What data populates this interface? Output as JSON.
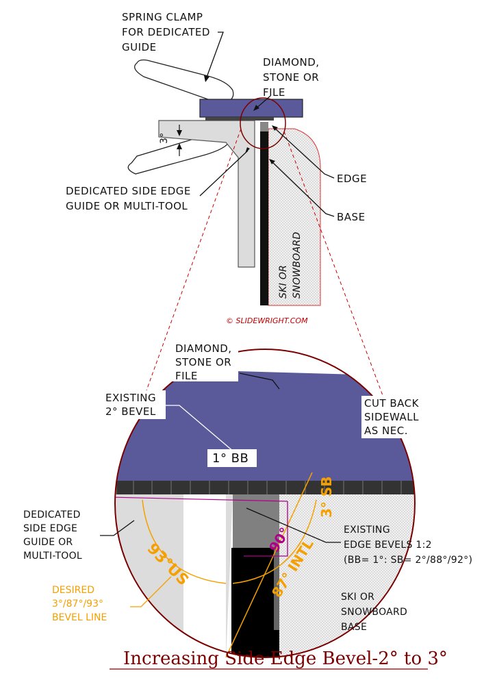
{
  "top": {
    "spring_clamp": [
      "SPRING CLAMP",
      "FOR DEDICATED",
      "GUIDE"
    ],
    "tool": [
      "DIAMOND,",
      "STONE OR",
      "FILE"
    ],
    "angle": "3°",
    "guide": [
      "DEDICATED SIDE EDGE",
      "GUIDE OR MULTI-TOOL"
    ],
    "edge": "EDGE",
    "base": "BASE",
    "ski": [
      "SKI OR",
      "SNOWBOARD"
    ]
  },
  "copyright": "© SLIDEWRIGHT.COM",
  "detail": {
    "tool": [
      "DIAMOND,",
      "STONE OR",
      "FILE"
    ],
    "existing_bevel": [
      "EXISTING",
      "2° BEVEL"
    ],
    "bb": "1° BB",
    "cut_back": [
      "CUT BACK",
      "SIDEWALL",
      "AS NEC."
    ],
    "guide": [
      "DEDICATED",
      "SIDE EDGE",
      "GUIDE OR",
      "MULTI-TOOL"
    ],
    "us": "93°US",
    "right_angle": "90°",
    "sb": "3° SB",
    "intl": "87° INTL",
    "existing_edge": [
      "EXISTING",
      "EDGE BEVELS 1:2",
      "(BB= 1°: SB= 2°/88°/92°)"
    ],
    "desired": [
      "DESIRED",
      "3°/87°/93°",
      "BEVEL LINE"
    ],
    "ski_base": [
      "SKI OR",
      "SNOWBOARD",
      "BASE"
    ]
  },
  "title": "Increasing Side Edge Bevel-2° to 3°",
  "colors": {
    "tool": "#5a5a9a",
    "accent_orange": "#f5a000",
    "accent_magenta": "#b0008a",
    "title": "#7a0000"
  }
}
